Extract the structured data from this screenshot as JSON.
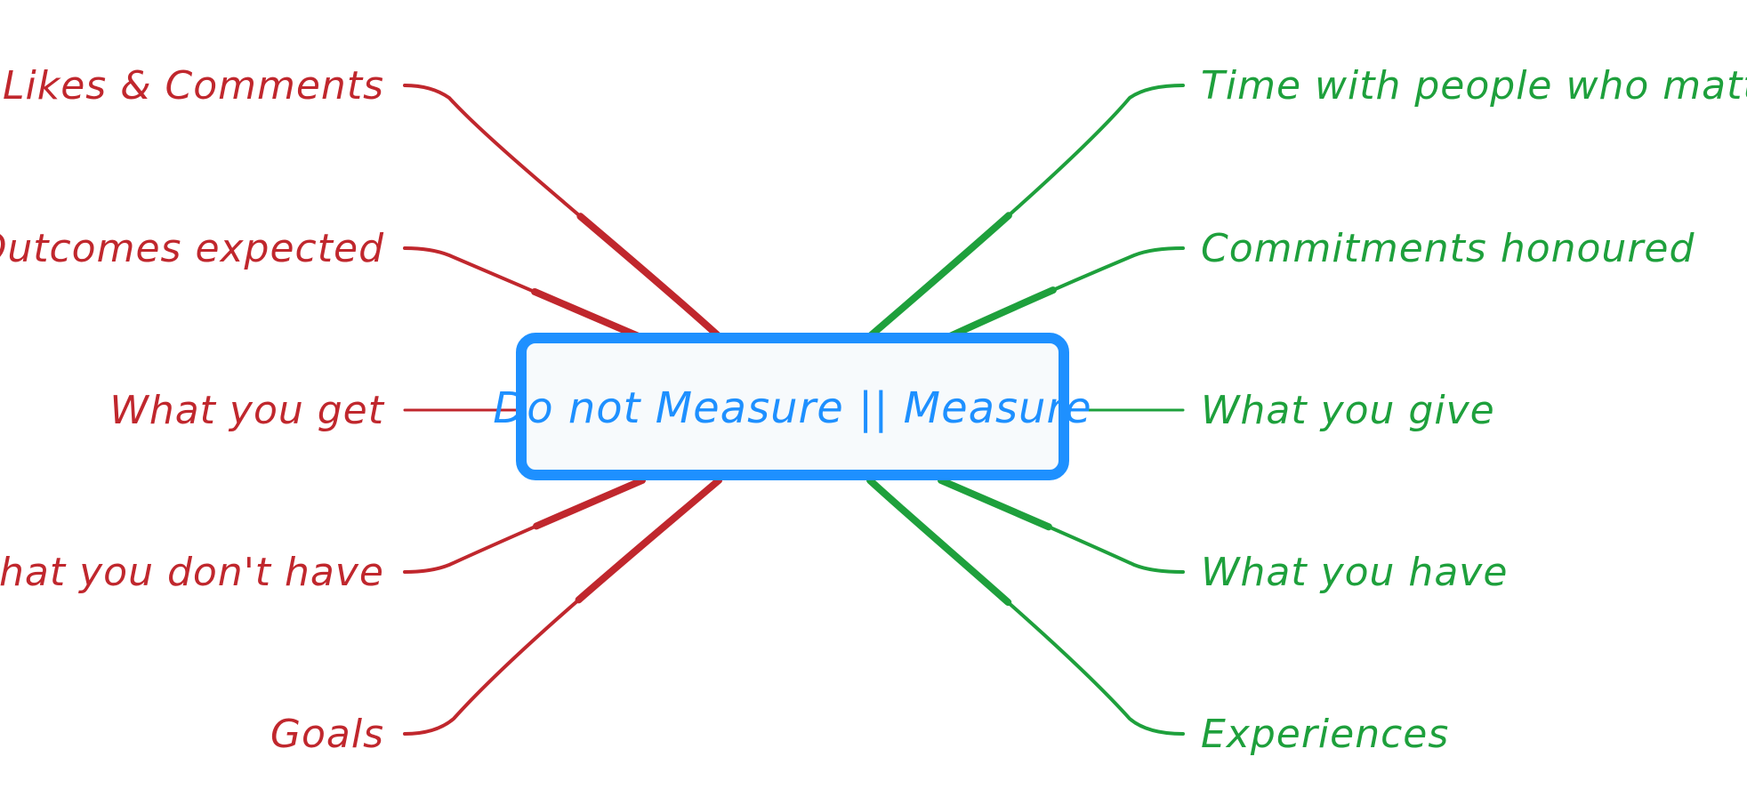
{
  "colors": {
    "left_branch": "#c0272d",
    "right_branch": "#1ea03c",
    "central_border": "#1e90ff",
    "central_fill": "#f7fafc",
    "central_text": "#1e90ff"
  },
  "central_topic": "Do not Measure || Measure",
  "left_branches": [
    {
      "label": "Likes & Comments"
    },
    {
      "label": "Outcomes expected"
    },
    {
      "label": "What you get"
    },
    {
      "label": "What you don't have"
    },
    {
      "label": "Goals"
    }
  ],
  "right_branches": [
    {
      "label": "Time with people who matter"
    },
    {
      "label": "Commitments honoured"
    },
    {
      "label": "What you give"
    },
    {
      "label": "What you have"
    },
    {
      "label": "Experiences"
    }
  ]
}
